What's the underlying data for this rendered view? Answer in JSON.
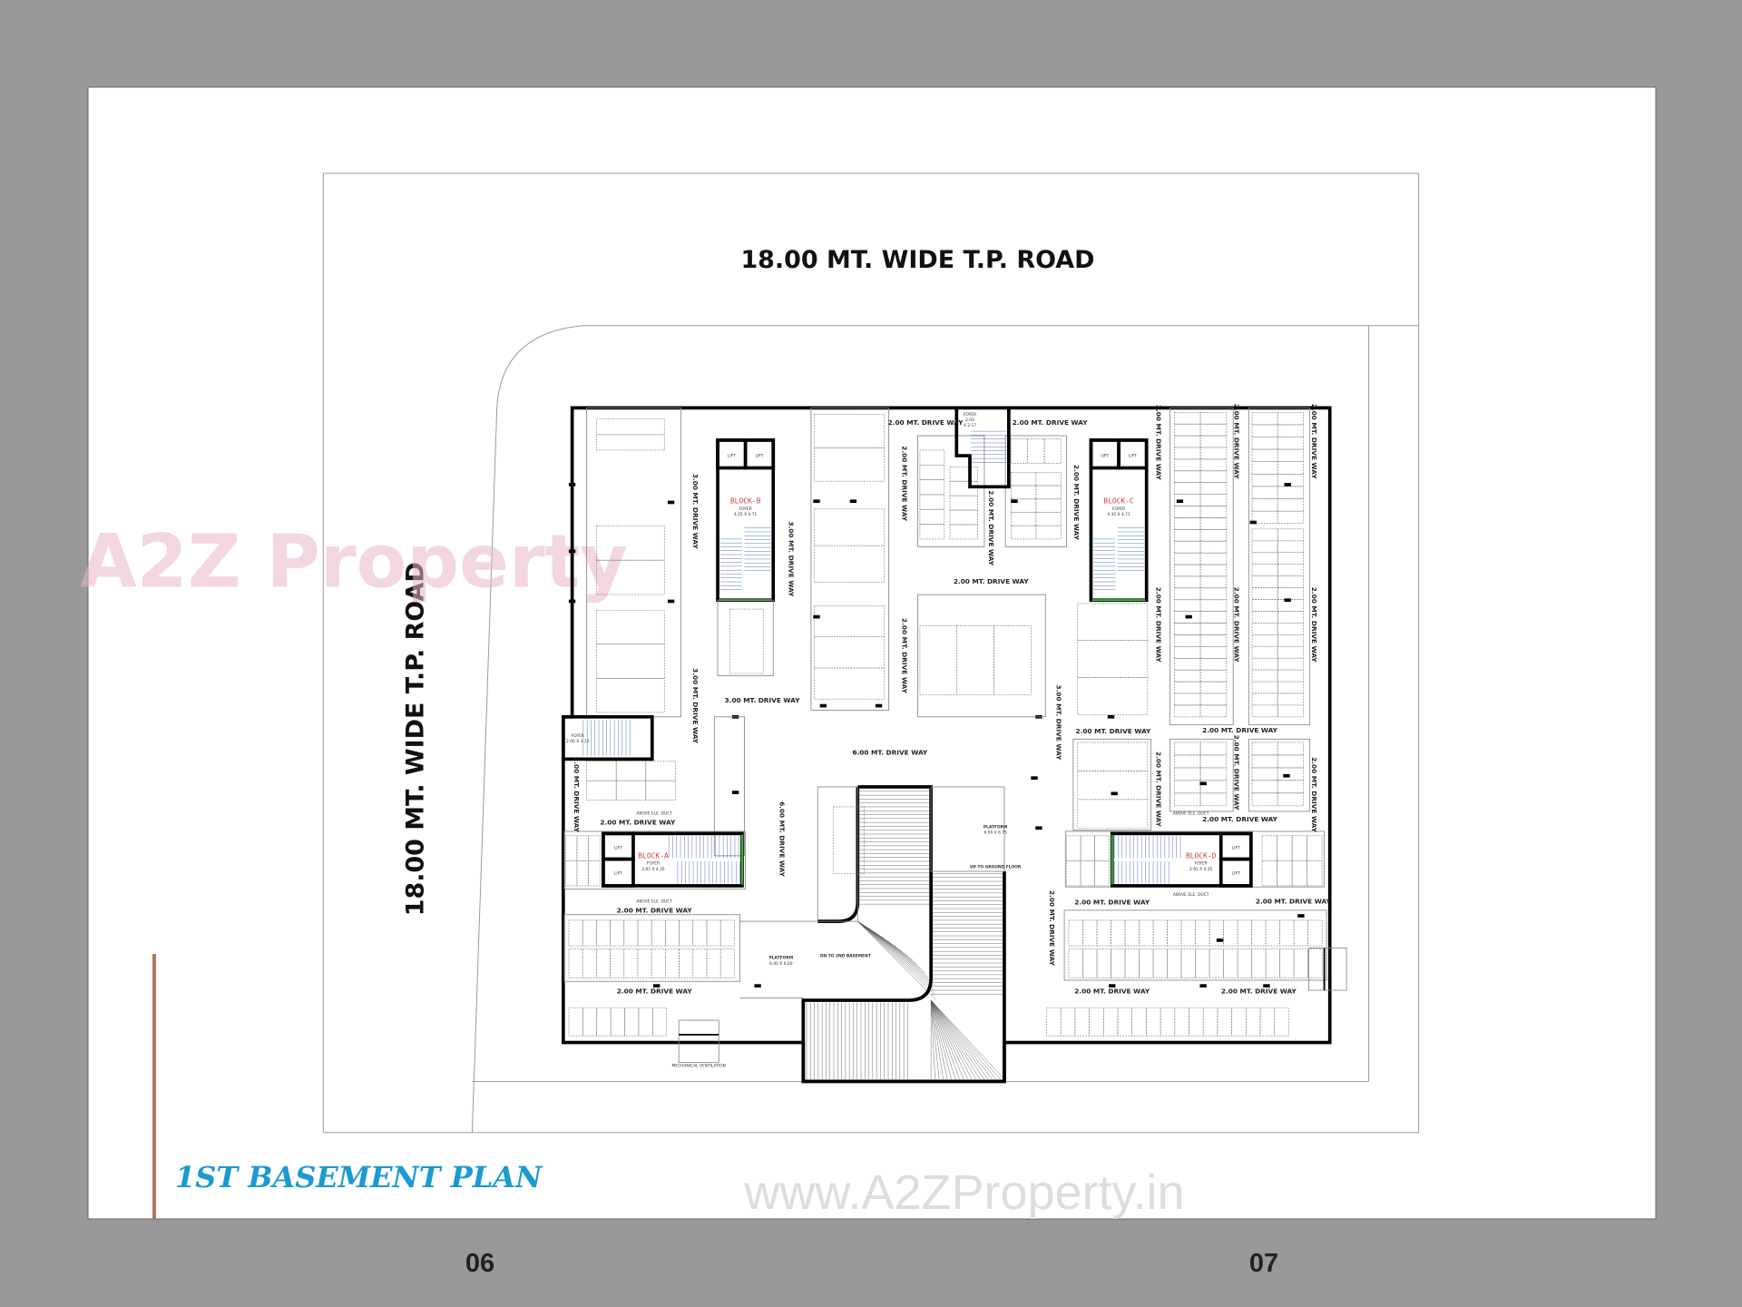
{
  "page": {
    "road_top": "18.00 MT. WIDE  T.P. ROAD",
    "road_left": "18.00 MT. WIDE  T.P. ROAD",
    "title": "1ST BASEMENT PLAN",
    "watermark_logo": "A2Z Property",
    "watermark_url": "www.A2ZProperty.in",
    "page_left": "06",
    "page_right": "07"
  },
  "colors": {
    "background": "#999999",
    "sheet": "#ffffff",
    "title": "#1a9ad0",
    "accent_line": "#b07a5e",
    "block_label": "#d04040",
    "stair": "#4a78b8",
    "opening": "#3cc43c"
  },
  "plan": {
    "drive_2": "2.00 MT. DRIVE WAY",
    "drive_3": "3.00 MT. DRIVE WAY",
    "drive_6": "6.00 MT. DRIVE WAY",
    "lift": "LIFT",
    "foyer": "FOYER",
    "duct": "ABOVE ELE. DUCT",
    "up": "UP",
    "dn": "DN",
    "blocks": [
      {
        "name": "BLOCK-B",
        "foyer_size": "4.25 X 4.71"
      },
      {
        "name": "BLOCK-C",
        "foyer_size": "4.35 X 4.71"
      },
      {
        "name": "BLOCK-A",
        "foyer_size": "2.91 X 4.35"
      },
      {
        "name": "BLOCK-D",
        "foyer_size": "2.91 X 4.35"
      }
    ],
    "foyer_top": {
      "line1": "FOYER",
      "line2": "2.00",
      "line3": "X 2.17"
    },
    "foyer_left": {
      "line1": "FOYER",
      "line2": "2.00 X 3.10"
    },
    "platform_1": {
      "label": "PLATFORM",
      "size": "6.00 X 6.75"
    },
    "platform_2": {
      "label": "PLATFORM",
      "size": "6.00 X 6.00"
    },
    "up_ground": "UP TO GROUND FLOOR",
    "dn_basement": "DN TO 2ND BASEMENT",
    "mech_vent": "MECHANICAL VENTILATION"
  }
}
